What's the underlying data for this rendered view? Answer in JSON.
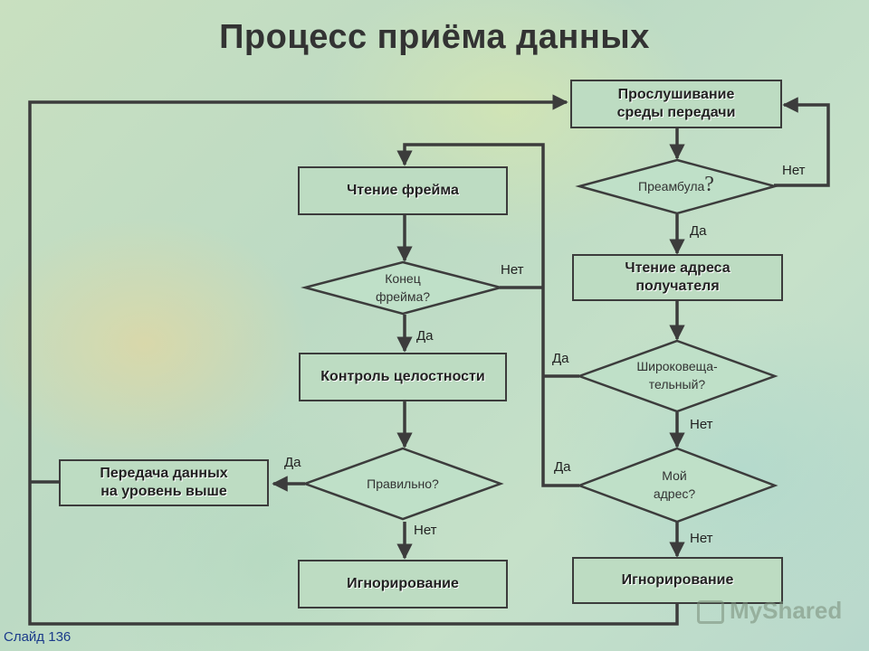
{
  "title": "Процесс приёма данных",
  "nodes": {
    "listen": [
      "Прослушивание",
      "среды передачи"
    ],
    "read_frame": "Чтение фрейма",
    "frame_end": [
      "Конец",
      "фрейма?"
    ],
    "integrity": "Контроль целостности",
    "correct": "Правильно?",
    "pass_up": [
      "Передача данных",
      "на уровень выше"
    ],
    "ignore_left": "Игнорирование",
    "preamble": "Преамбула",
    "preamble_q": "?",
    "read_addr": [
      "Чтение адреса",
      "получателя"
    ],
    "broadcast": [
      "Широковеща-",
      "тельный?"
    ],
    "my_addr": [
      "Мой",
      "адрес?"
    ],
    "ignore_right": "Игнорирование"
  },
  "labels": {
    "yes": "Да",
    "no": "Нет"
  },
  "watermark": "MyShared",
  "slide_number": "Слайд 136"
}
